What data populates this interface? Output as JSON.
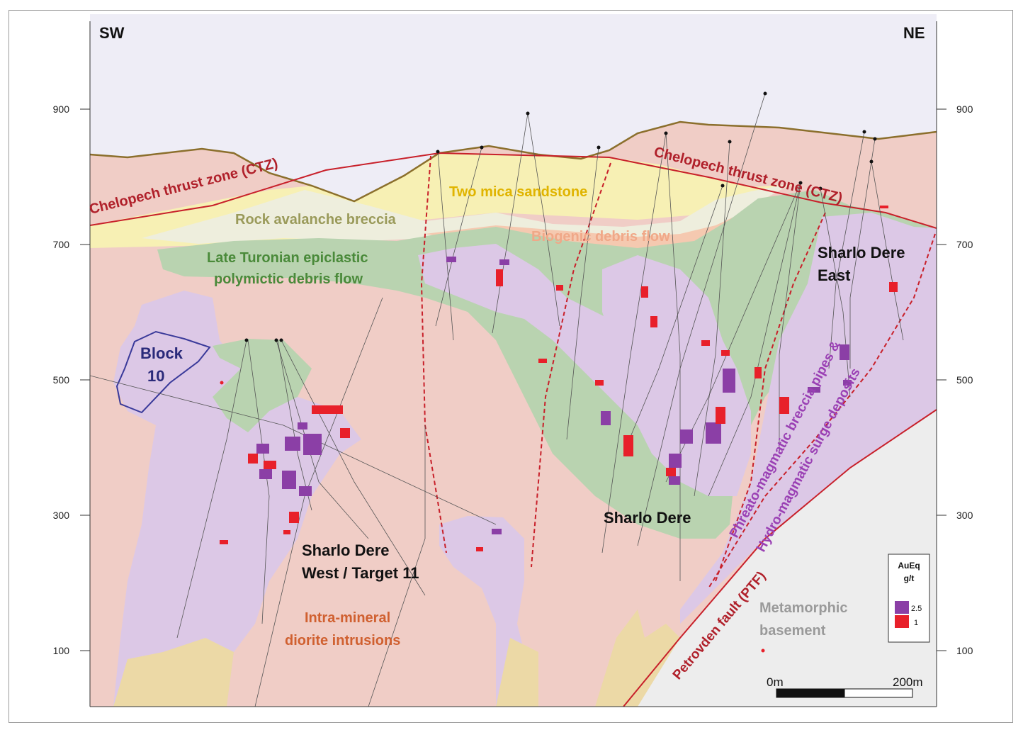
{
  "orientation": {
    "left": "SW",
    "right": "NE"
  },
  "axis": {
    "elevation_ticks": [
      {
        "value": 900,
        "label": "900"
      },
      {
        "value": 700,
        "label": "700"
      },
      {
        "value": 500,
        "label": "500"
      },
      {
        "value": 300,
        "label": "300"
      },
      {
        "value": 100,
        "label": "100"
      }
    ]
  },
  "labels": {
    "ctz_left": "Chelopech thrust zone (CTZ)",
    "ctz_right": "Chelopech thrust zone (CTZ)",
    "two_mica": "Two mica sandstone",
    "rock_avalanche": "Rock avalanche breccia",
    "biogenic": "Biogenic debris flow",
    "late_turonian_1": "Late Turonian epiclastic",
    "late_turonian_2": "polymictic debris flow",
    "block10_1": "Block",
    "block10_2": "10",
    "sharlo_east_1": "Sharlo Dere",
    "sharlo_east_2": "East",
    "sharlo_dere": "Sharlo Dere",
    "sharlo_west_1": "Sharlo Dere",
    "sharlo_west_2": "West / Target 11",
    "intra_1": "Intra-mineral",
    "intra_2": "diorite intrusions",
    "phreato": "Phreato-magmatic breccia pipes &",
    "hydro": "Hydro-magmatic surge deposits",
    "ptf": "Petrovden fault (PTF)",
    "meta_1": "Metamorphic",
    "meta_2": "basement"
  },
  "legend": {
    "title_1": "AuEq",
    "title_2": "g/t",
    "items": [
      {
        "label": "2.5",
        "color": "#8b3fa6"
      },
      {
        "label": "1",
        "color": "#e8202a"
      }
    ]
  },
  "scale_bar": {
    "start": "0m",
    "end": "200m"
  },
  "colors": {
    "diorite": "#f0cdc6",
    "breccia": "#dcc8e6",
    "epiclastic": "#b9d3b0",
    "sandstone": "#f7f0b4",
    "rock_avalanche": "#eeeedd",
    "biogenic": "#f5c9b0",
    "basement": "#ededed",
    "cover": "#eeedf6",
    "fault": "#c8202a",
    "topography": "#8b6f2c",
    "ctz_text": "#b0202a",
    "green_text": "#4a8a3a",
    "olive_text": "#9a9a5a",
    "yellow_text": "#e0b400",
    "peach_text": "#f0a888",
    "purple_text": "#9a40b4",
    "orange_text": "#d06030",
    "grey_text": "#9a9a9a",
    "block10_text": "#2a2a7a"
  }
}
